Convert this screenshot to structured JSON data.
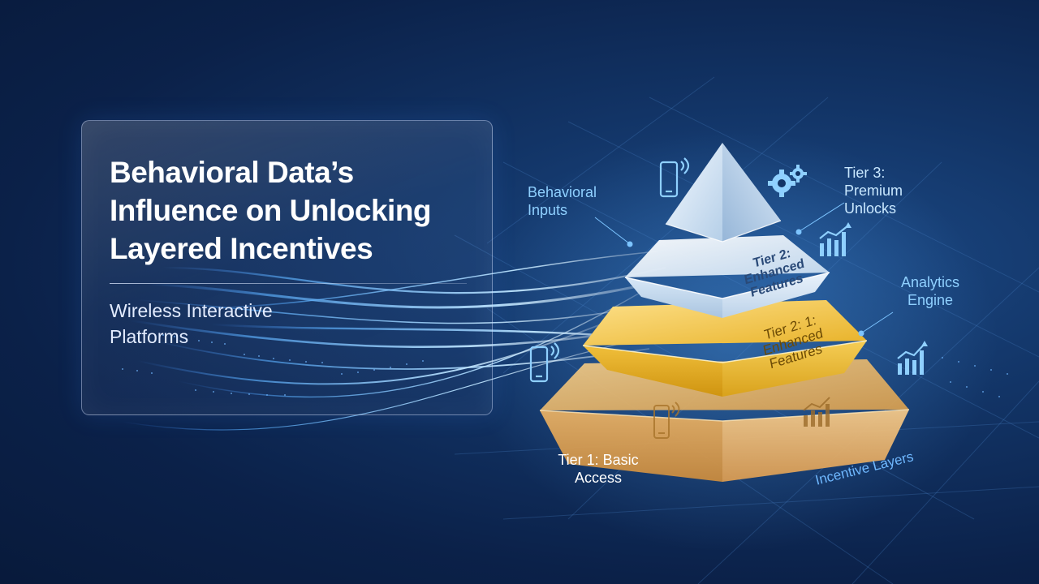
{
  "panel": {
    "title": "Behavioral Data’s Influence on Unlocking Layered Incentives",
    "subtitle": "Wireless Interactive Platforms"
  },
  "labels": {
    "behavioral_inputs": "Behavioral Inputs",
    "tier3": "Tier 3: Premium Unlocks",
    "tier2_upper": "Tier 2: Enhanced Features",
    "tier2_lower": "Tier 2: 1: Enhanced Features",
    "analytics_engine": "Analytics Engine",
    "tier1": "Tier 1: Basic Access",
    "incentive_layers": "Incentive Layers"
  },
  "colors": {
    "background": "#0b2149",
    "stream": "#4aa8ff",
    "tier3_layer": "#dbeaf7",
    "tier2_upper_layer": "#c5d9ee",
    "tier2_lower_layer": "#e8b72c",
    "tier1_layer": "#e0a957",
    "accent_text": "#8fd0ff"
  },
  "icons": [
    "smartphone-icon",
    "gears-icon",
    "bar-chart-icon"
  ]
}
